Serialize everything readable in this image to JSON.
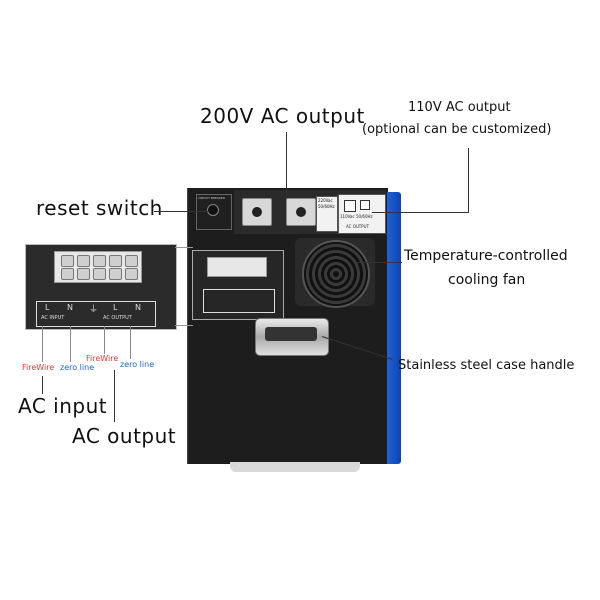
{
  "labels": {
    "ac200": "200V AC output",
    "ac110_line1": "110V AC output",
    "ac110_line2": "(optional can be customized)",
    "reset": "reset switch",
    "temp_line1": "Temperature-controlled",
    "temp_line2": "cooling fan",
    "handle": "Stainless steel case handle",
    "ac_input": "AC input",
    "ac_output": "AC output",
    "firewire1": "FireWire",
    "zeroline1": "zero line",
    "firewire2": "FireWire",
    "zeroline2": "zero line"
  },
  "panel": {
    "socket1_spec": "220Vac\n50/60Hz",
    "ac_output_small": "AC\nOUTPUT",
    "spec_110": "110Vac  50/60Hz",
    "ac_output_110": "AC  OUTPUT",
    "reset_note": "CIRCUIT BREAKER"
  },
  "terminal": {
    "letters": [
      "L",
      "N",
      "⏚",
      "L",
      "N"
    ],
    "ac_input_small": "AC INPUT",
    "ac_output_small": "AC OUTPUT"
  },
  "colors": {
    "firewire": "#e53935",
    "zeroline": "#1e63d6",
    "accent_side": "#1f62d8"
  }
}
